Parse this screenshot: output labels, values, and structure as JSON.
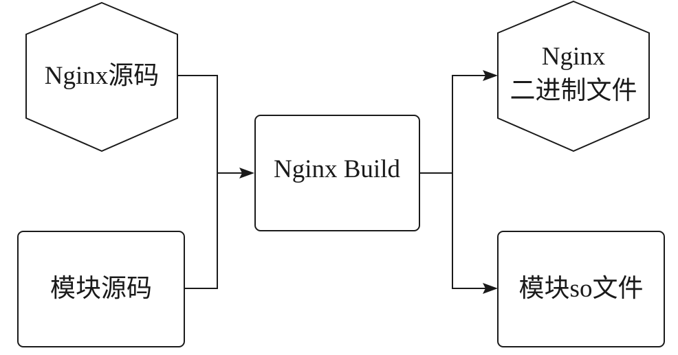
{
  "nodes": {
    "nginx_source": {
      "label": "Nginx源码"
    },
    "module_source": {
      "label": "模块源码"
    },
    "nginx_build": {
      "label": "Nginx Build"
    },
    "nginx_binary": {
      "label_line1": "Nginx",
      "label_line2": "二进制文件"
    },
    "module_so": {
      "label": "模块so文件"
    }
  }
}
